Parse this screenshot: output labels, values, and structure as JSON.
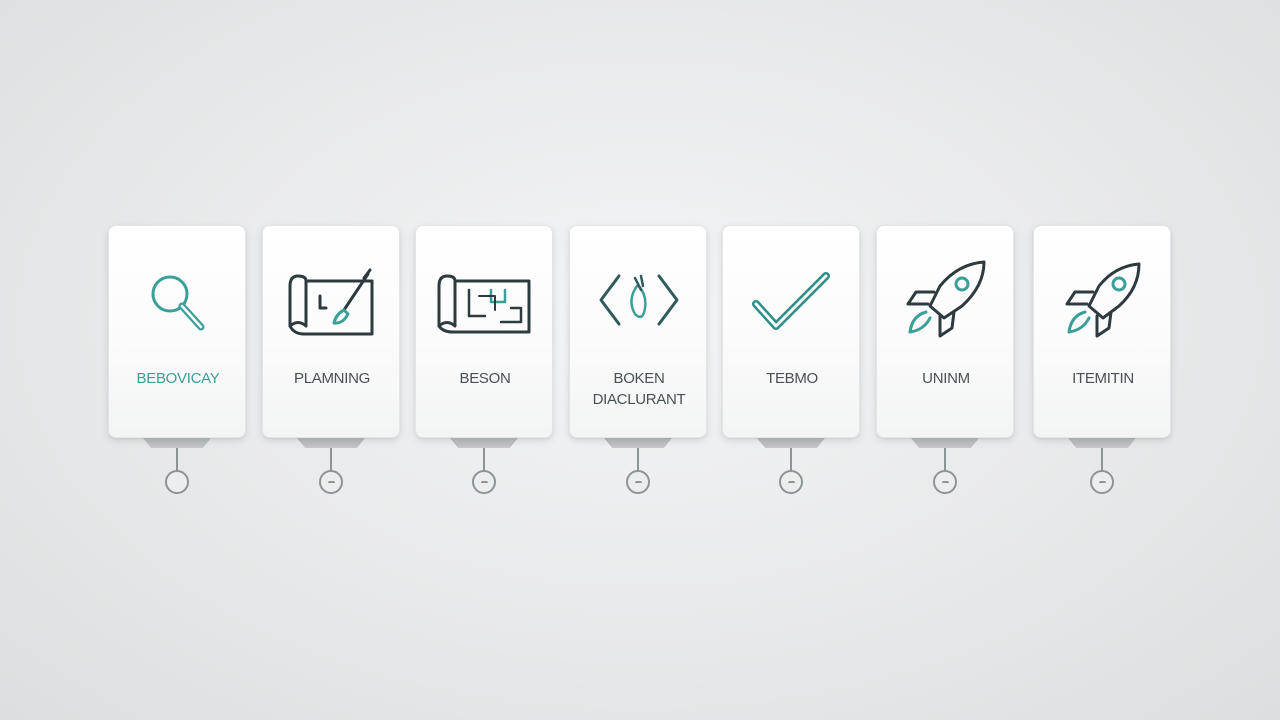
{
  "colors": {
    "accent": "#3a9f98",
    "dark": "#2f3a3f",
    "connector": "#8d9496"
  },
  "steps": [
    {
      "label": "BEBOVICAY",
      "label2": "",
      "icon": "magnifier-icon"
    },
    {
      "label": "PLAMNING",
      "label2": "",
      "icon": "blueprint-brush-icon"
    },
    {
      "label": "BESON",
      "label2": "",
      "icon": "blueprint-icon"
    },
    {
      "label": "BOKEN",
      "label2": "DIACLURANT",
      "icon": "code-brackets-icon"
    },
    {
      "label": "TEBMO",
      "label2": "",
      "icon": "checkmark-icon"
    },
    {
      "label": "UNINM",
      "label2": "",
      "icon": "rocket-icon"
    },
    {
      "label": "ITEMITIN",
      "label2": "",
      "icon": "rocket-icon"
    }
  ]
}
